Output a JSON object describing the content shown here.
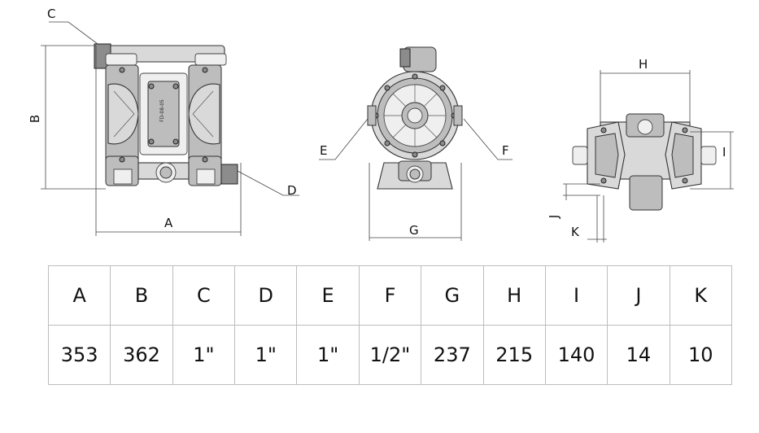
{
  "drawing": {
    "labels": {
      "A": "A",
      "B": "B",
      "C": "C",
      "D": "D",
      "E": "E",
      "F": "F",
      "G": "G",
      "H": "H",
      "I": "I",
      "J": "J",
      "K": "K"
    }
  },
  "table": {
    "headers": [
      "A",
      "B",
      "C",
      "D",
      "E",
      "F",
      "G",
      "H",
      "I",
      "J",
      "K"
    ],
    "values": [
      "353",
      "362",
      "1\"",
      "1\"",
      "1\"",
      "1/2\"",
      "237",
      "215",
      "140",
      "14",
      "10"
    ]
  }
}
